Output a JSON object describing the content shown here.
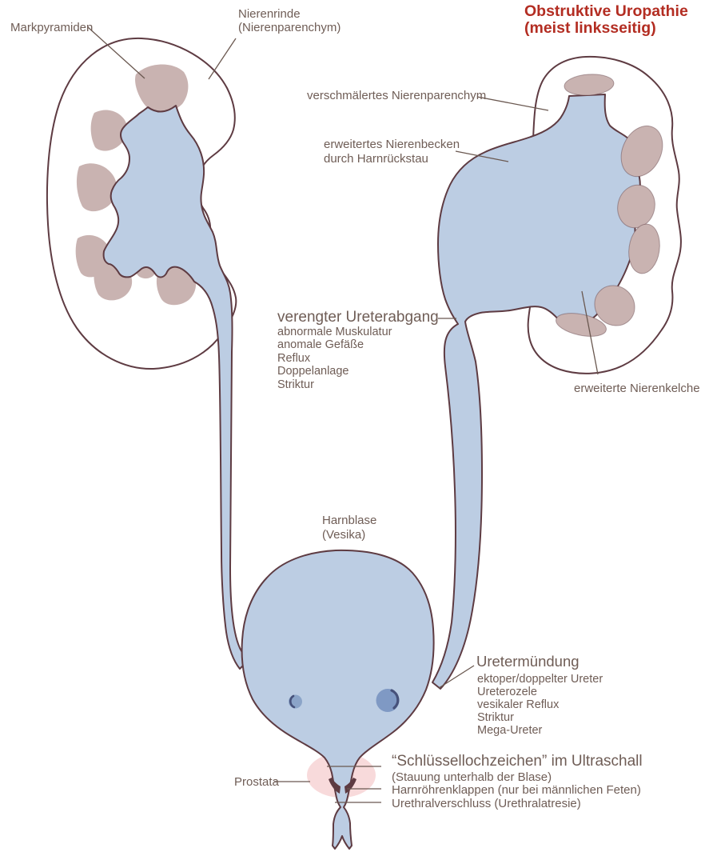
{
  "colors": {
    "outline": "#5e3b42",
    "fill-blue": "#bccde3",
    "fill-mauve": "#c9b3b1",
    "fill-pink": "#f8dadb",
    "title-red": "#b32d22",
    "text": "#6f5d56",
    "leader": "#6a5850",
    "orifice-small": "#8ba4c8",
    "orifice-large": "#7f99c4",
    "orifice-dark": "#46517a"
  },
  "title": {
    "line1": "Obstruktive Uropathie",
    "line2": "(meist linksseitig)"
  },
  "left_kidney": {
    "markpyramiden": "Markpyramiden",
    "nierenrinde_line1": "Nierenrinde",
    "nierenrinde_line2": "(Nierenparenchym)"
  },
  "right_kidney": {
    "parenchym": "verschmälertes Nierenparenchym",
    "becken_line1": "erweitertes Nierenbecken",
    "becken_line2": "durch Harnrückstau",
    "kelche": "erweiterte Nierenkelche"
  },
  "ureter_abgang": {
    "heading": "verengter Ureterabgang",
    "items": [
      "abnormale Muskulatur",
      "anomale Gefäße",
      "Reflux",
      "Doppelanlage",
      "Striktur"
    ]
  },
  "bladder": {
    "line1": "Harnblase",
    "line2": "(Vesika)"
  },
  "ureter_muendung": {
    "heading": "Uretermündung",
    "items": [
      "ektoper/doppelter Ureter",
      "Ureterozele",
      "vesikaler Reflux",
      "Striktur",
      "Mega-Ureter"
    ]
  },
  "urethra": {
    "keyhole_heading": "“Schlüssellochzeichen” im Ultraschall",
    "keyhole_sub": "(Stauung unterhalb der Blase)",
    "klappen": "Harnröhrenklappen (nur bei männlichen Feten)",
    "verschluss": "Urethralverschluss (Urethralatresie)",
    "prostata": "Prostata"
  }
}
